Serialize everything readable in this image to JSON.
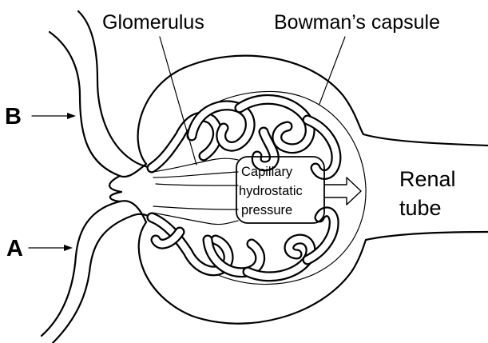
{
  "labels": {
    "glomerulus": "Glomerulus",
    "bowmans_capsule": "Bowman’s capsule",
    "renal_line1": "Renal",
    "renal_line2": "tube",
    "label_b": "B",
    "label_a": "A",
    "pressure_line1": "Capillary",
    "pressure_line2": "hydrostatic",
    "pressure_line3": "pressure"
  },
  "colors": {
    "line": "#000000",
    "background": "#ffffff"
  }
}
